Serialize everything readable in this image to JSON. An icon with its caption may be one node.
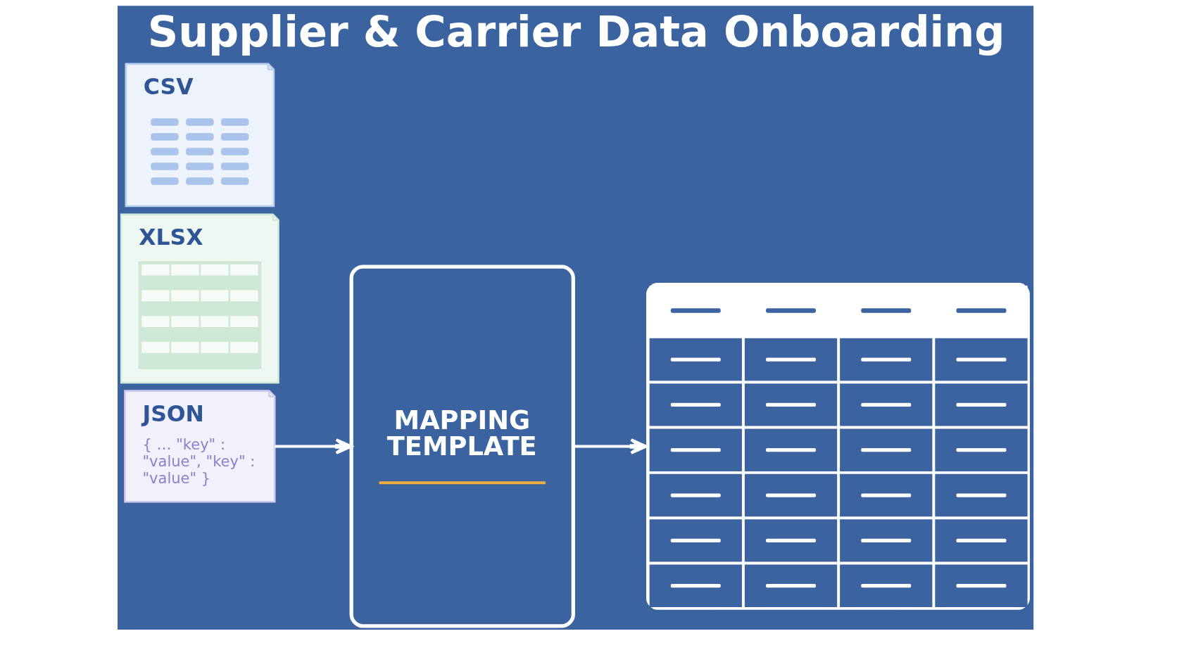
{
  "diagram": {
    "title": "Supplier & Carrier Data Onboarding",
    "nodes": [
      {
        "text": [
          "CSV"
        ]
      },
      {
        "text": [
          "XLSX"
        ]
      },
      {
        "text": [
          "JSON",
          "{ … \"key\" : \"value\", \"key\" : \"value\" }"
        ]
      },
      {
        "text": [
          "MAPPING TEMPLATE"
        ]
      },
      {
        "text": [],
        "shape": "table"
      }
    ],
    "edges": [
      {
        "from": 2,
        "to": 3,
        "arrow": "to"
      },
      {
        "from": 3,
        "to": 4,
        "arrow": "to"
      }
    ]
  }
}
